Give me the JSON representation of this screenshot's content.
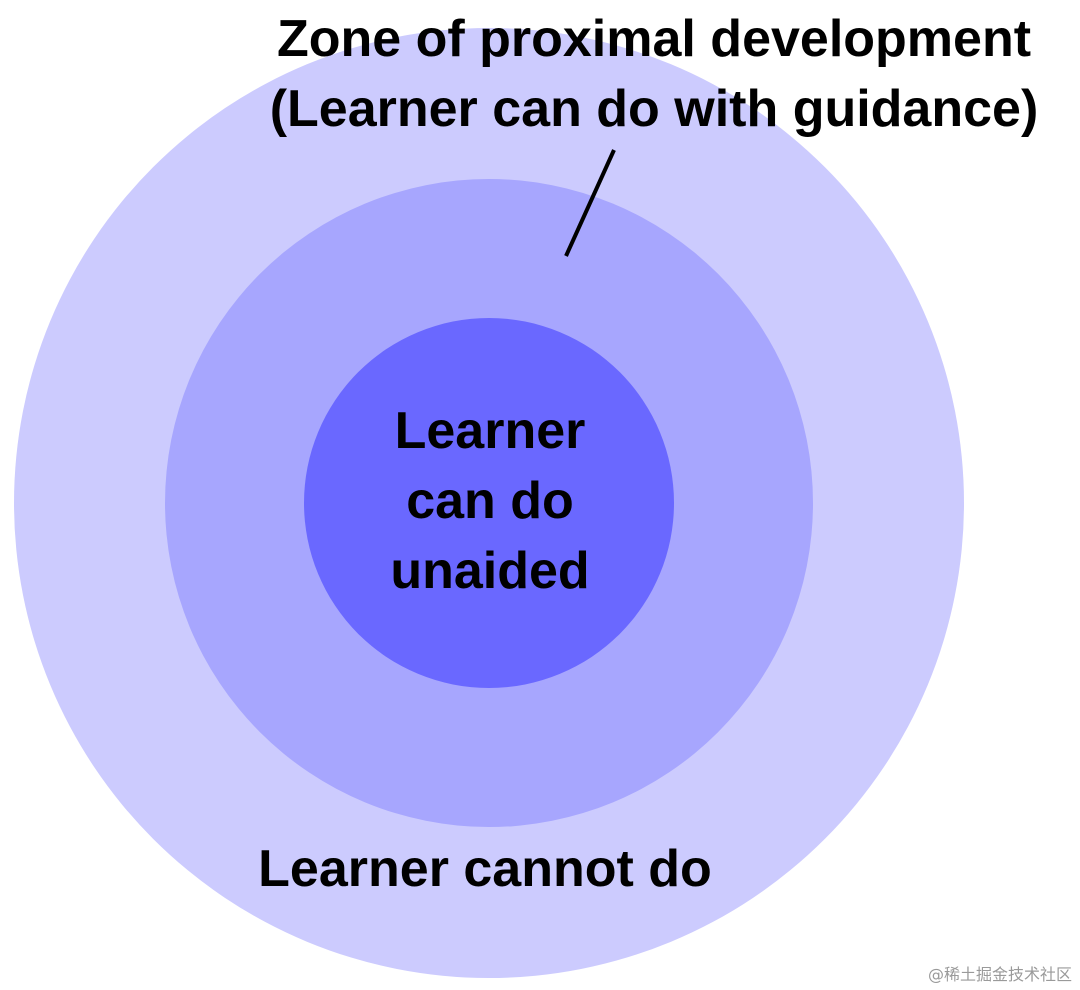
{
  "diagram": {
    "zpd_label": {
      "line1": "Zone of proximal development",
      "line2": "(Learner can do with guidance)"
    },
    "inner_label": {
      "line1": "Learner",
      "line2": "can do",
      "line3": "unaided"
    },
    "outer_label": "Learner cannot do",
    "colors": {
      "outer_circle": "#cccbfe",
      "middle_circle": "#a7a6fe",
      "inner_circle": "#6a68ff",
      "text": "#000000",
      "leader_line": "#000000"
    }
  },
  "watermark": "@稀土掘金技术社区"
}
